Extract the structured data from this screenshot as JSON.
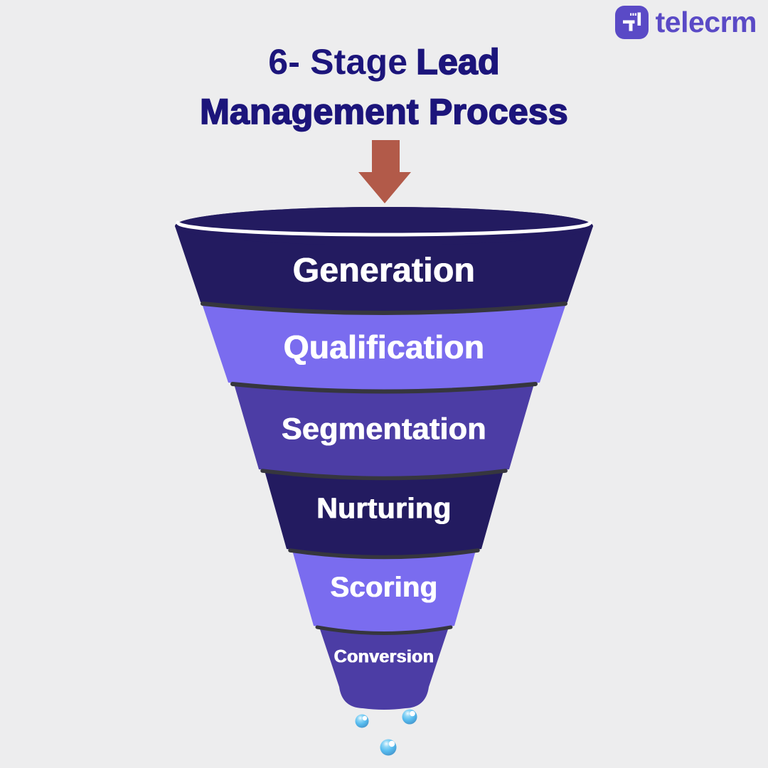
{
  "brand": {
    "name": "telecrm",
    "mark_color": "#5a4ac6",
    "text_color": "#5a4ac6"
  },
  "title": {
    "line1_regular": "6- Stage",
    "line1_heavy": "Lead",
    "line2": "Management Process",
    "color": "#1c157b"
  },
  "arrow": {
    "direction": "down",
    "color": "#b25a49"
  },
  "funnel": {
    "stages": [
      {
        "label": "Generation",
        "color": "#231b60"
      },
      {
        "label": "Qualification",
        "color": "#7a6cef"
      },
      {
        "label": "Segmentation",
        "color": "#4c3da5"
      },
      {
        "label": "Nurturing",
        "color": "#231b60"
      },
      {
        "label": "Scoring",
        "color": "#7a6cef"
      },
      {
        "label": "Conversion",
        "color": "#4c3da5"
      }
    ],
    "separator_color": "#36363e",
    "rim_highlight_color": "#ffffff"
  },
  "droplets": {
    "color": "#58bdf0",
    "count": 3
  },
  "background_color": "#ededee"
}
